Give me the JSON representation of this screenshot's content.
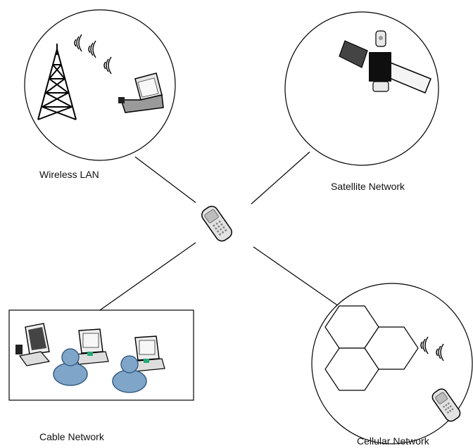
{
  "diagram": {
    "labels": {
      "wireless_lan": "Wireless LAN",
      "satellite_network": "Satellite Network",
      "cable_network": "Cable Network",
      "cellular_network": "Cellular Network"
    },
    "icons": {
      "center": "mobile-phone-icon",
      "wireless": [
        "radio-tower-icon",
        "laptop-icon",
        "wifi-signal-icon"
      ],
      "satellite": [
        "satellite-icon"
      ],
      "cable": [
        "desktop-computer-icon",
        "user-icon"
      ],
      "cellular": [
        "hexagon-cell-icon",
        "mobile-phone-icon",
        "wifi-signal-icon"
      ]
    },
    "colors": {
      "line": "#000000",
      "user_fill": "#7fa6c9",
      "user_stroke": "#3a5f86",
      "device_fill": "#d8d8d8",
      "device_dark": "#1a1a1a"
    }
  }
}
